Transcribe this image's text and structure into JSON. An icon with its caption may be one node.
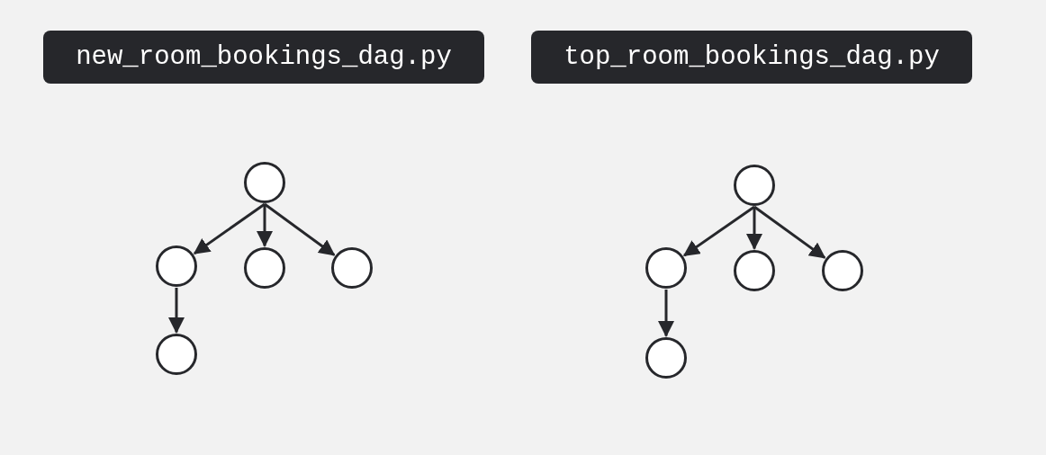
{
  "diagram": {
    "nodes": [
      {
        "text": [
          "new_room_bookings_dag.py"
        ]
      },
      {
        "text": [],
        "shape": "circle"
      },
      {
        "text": [],
        "shape": "circle"
      },
      {
        "text": [],
        "shape": "circle"
      },
      {
        "text": [],
        "shape": "circle"
      },
      {
        "text": [],
        "shape": "circle"
      },
      {
        "text": [
          "top_room_bookings_dag.py"
        ]
      },
      {
        "text": [],
        "shape": "circle"
      },
      {
        "text": [],
        "shape": "circle"
      },
      {
        "text": [],
        "shape": "circle"
      },
      {
        "text": [],
        "shape": "circle"
      },
      {
        "text": [],
        "shape": "circle"
      }
    ],
    "edges": [
      {
        "from": 1,
        "to": 2,
        "arrow": "to"
      },
      {
        "from": 1,
        "to": 3,
        "arrow": "to"
      },
      {
        "from": 1,
        "to": 4,
        "arrow": "to"
      },
      {
        "from": 2,
        "to": 5,
        "arrow": "to"
      },
      {
        "from": 7,
        "to": 8,
        "arrow": "to"
      },
      {
        "from": 7,
        "to": 9,
        "arrow": "to"
      },
      {
        "from": 7,
        "to": 10,
        "arrow": "to"
      },
      {
        "from": 8,
        "to": 11,
        "arrow": "to"
      }
    ]
  }
}
